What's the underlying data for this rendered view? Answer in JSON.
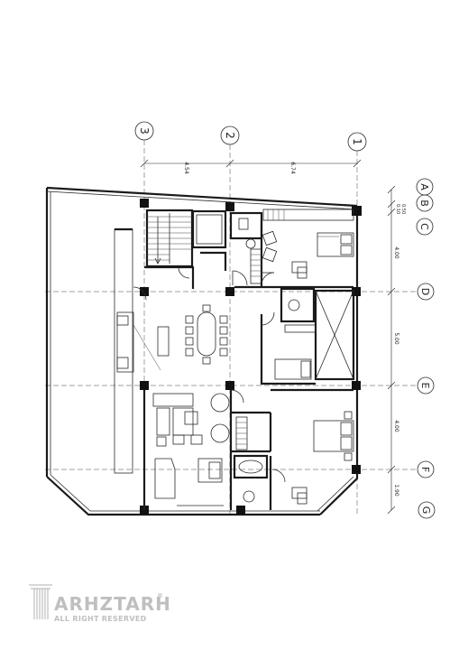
{
  "grid_axes": {
    "numbered": [
      {
        "label": "3"
      },
      {
        "label": "2"
      },
      {
        "label": "1"
      }
    ],
    "lettered": [
      {
        "label": "A"
      },
      {
        "label": "B"
      },
      {
        "label": "C"
      },
      {
        "label": "D"
      },
      {
        "label": "E"
      },
      {
        "label": "F"
      },
      {
        "label": "G"
      }
    ]
  },
  "dimensions": {
    "top": [
      "4.54",
      "6.74"
    ],
    "right": [
      "0.10",
      "0.50",
      "4.00",
      "5.00",
      "4.00",
      "1.90"
    ]
  },
  "watermark": {
    "brand": "ARHZTARH",
    "registered": "®",
    "tagline": "ALL RIGHT RESERVED"
  },
  "colors": {
    "line": "#1a1a1a",
    "watermark": "#b9b9b9"
  }
}
